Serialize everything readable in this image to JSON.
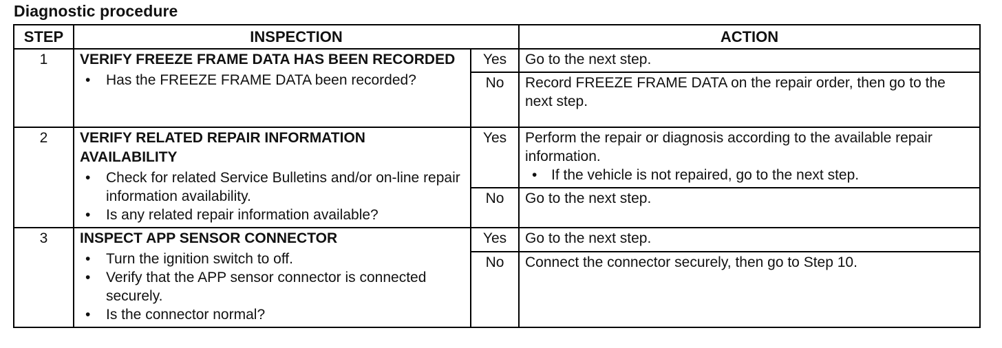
{
  "heading": "Diagnostic procedure",
  "columns": {
    "step": "STEP",
    "inspection": "INSPECTION",
    "action": "ACTION"
  },
  "steps": [
    {
      "number": "1",
      "title": "VERIFY FREEZE FRAME DATA HAS BEEN RECORDED",
      "bullets": [
        "Has the FREEZE FRAME DATA been recorded?"
      ],
      "yes_label": "Yes",
      "yes_action": "Go to the next step.",
      "no_label": "No",
      "no_action": "Record FREEZE FRAME DATA on the repair order, then go to the next step."
    },
    {
      "number": "2",
      "title": "VERIFY RELATED REPAIR INFORMATION AVAILABILITY",
      "bullets": [
        "Check for related Service Bulletins and/or on-line repair information availability.",
        "Is any related repair information available?"
      ],
      "yes_label": "Yes",
      "yes_action": "Perform the repair or diagnosis according to the available repair information.",
      "yes_sub": "If the vehicle is not repaired, go to the next step.",
      "no_label": "No",
      "no_action": "Go to the next step."
    },
    {
      "number": "3",
      "title": "INSPECT APP SENSOR CONNECTOR",
      "bullets": [
        "Turn the ignition switch to off.",
        "Verify that the APP sensor connector is connected securely.",
        "Is the connector normal?"
      ],
      "yes_label": "Yes",
      "yes_action": "Go to the next step.",
      "no_label": "No",
      "no_action": "Connect the connector securely, then go to Step 10."
    }
  ]
}
